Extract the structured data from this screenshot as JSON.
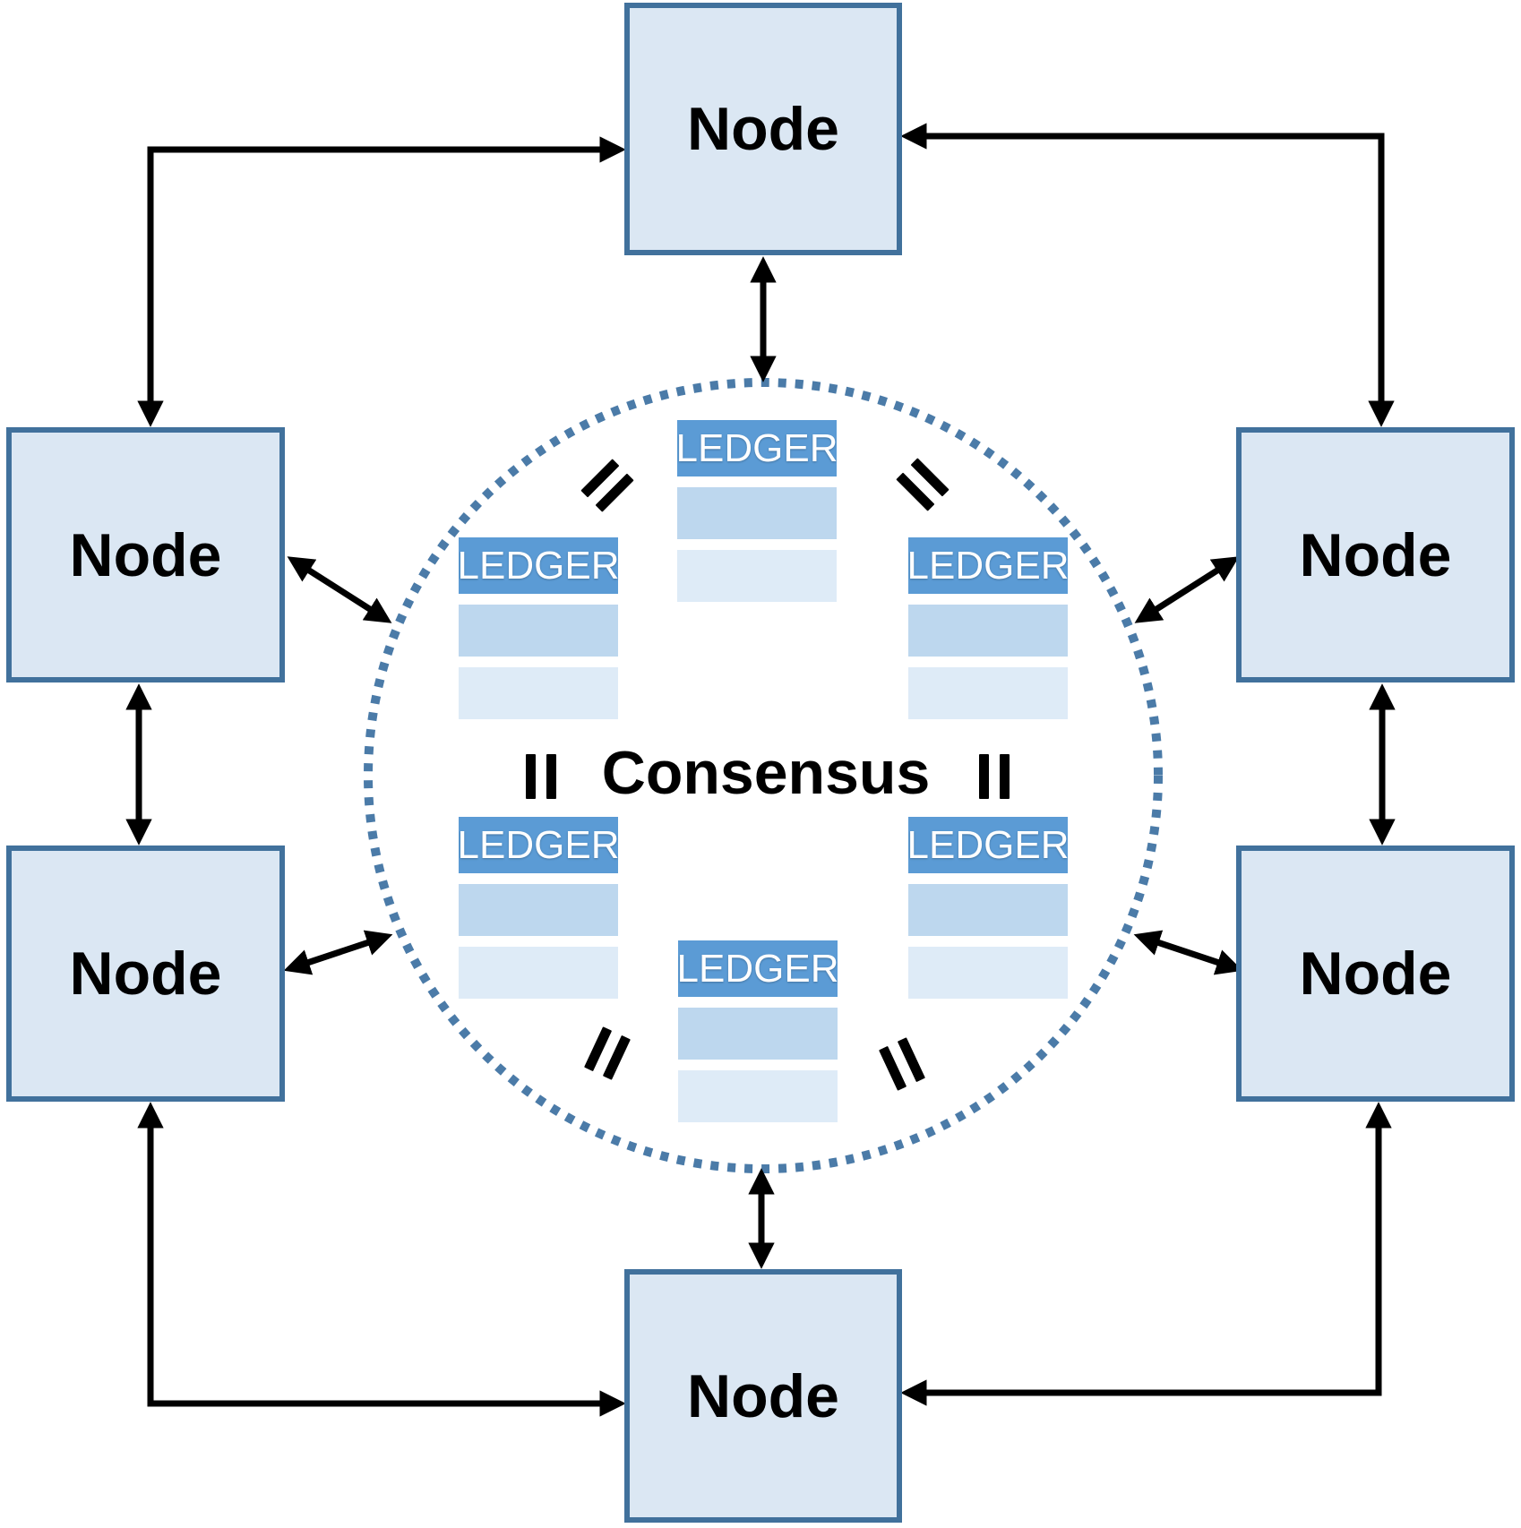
{
  "diagram": {
    "center_label": "Consensus",
    "nodes": [
      {
        "id": "top",
        "label": "Node"
      },
      {
        "id": "upper-left",
        "label": "Node"
      },
      {
        "id": "upper-right",
        "label": "Node"
      },
      {
        "id": "lower-left",
        "label": "Node"
      },
      {
        "id": "lower-right",
        "label": "Node"
      },
      {
        "id": "bottom",
        "label": "Node"
      }
    ],
    "ledgers": [
      {
        "id": "top",
        "label": "LEDGER"
      },
      {
        "id": "upper-left",
        "label": "LEDGER"
      },
      {
        "id": "upper-right",
        "label": "LEDGER"
      },
      {
        "id": "lower-left",
        "label": "LEDGER"
      },
      {
        "id": "lower-right",
        "label": "LEDGER"
      },
      {
        "id": "bottom",
        "label": "LEDGER"
      }
    ],
    "colors": {
      "node_fill": "#dbe7f3",
      "node_border": "#41719c",
      "ledger_header": "#5b9bd5",
      "ledger_row_mid": "#bdd7ee",
      "ledger_row_light": "#deebf7",
      "circle_dot": "#4b7ba8",
      "arrow": "#000000",
      "text": "#000000"
    }
  }
}
